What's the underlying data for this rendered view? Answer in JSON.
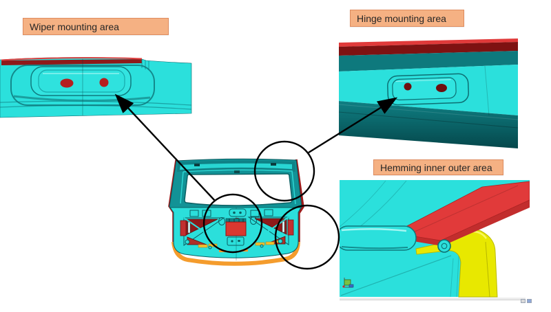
{
  "labels": {
    "wiper": "Wiper mounting area",
    "hinge": "Hinge mounting area",
    "hemming": "Hemming inner outer area"
  },
  "label_style": {
    "fill": "#F5B183",
    "border": "#DE8B5E",
    "text_color": "#262626"
  },
  "colors": {
    "cad_cyan": "#2BE0DC",
    "cad_teal_dark": "#0E797D",
    "cad_teal_deep": "#05474B",
    "cad_red_bright": "#E13A3A",
    "cad_red_dark": "#7E1212",
    "hole_red": "#8E1A1A",
    "hem_yellow": "#E8E800",
    "skirt_orange": "#F49C2D",
    "annotation_black": "#000000",
    "scroll_btn_blue": "#8FA8D8"
  }
}
